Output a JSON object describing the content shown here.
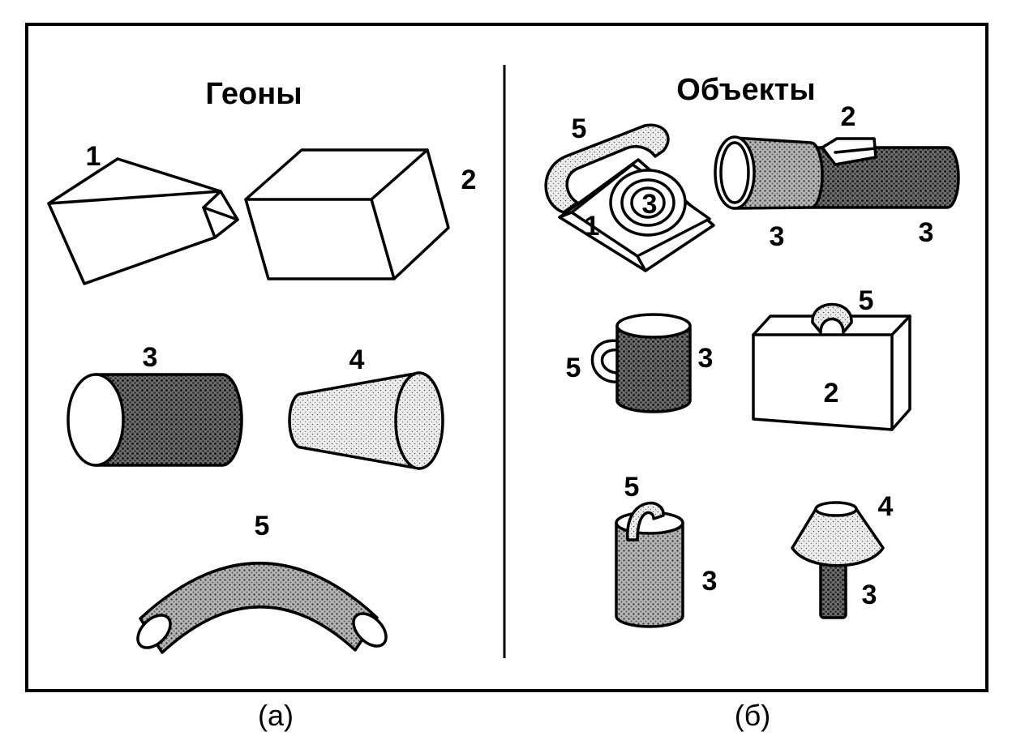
{
  "panels": {
    "left": {
      "title": "Геоны",
      "caption": "(а)"
    },
    "right": {
      "title": "Объекты",
      "caption": "(б)"
    }
  },
  "geons": {
    "wedge": "1",
    "brick": "2",
    "cylinder": "3",
    "cone": "4",
    "curved_tube": "5"
  },
  "objects": {
    "telephone": {
      "handset": "5",
      "dial": "3",
      "base": "1"
    },
    "flashlight": {
      "switch": "2",
      "head": "3",
      "body": "3"
    },
    "mug": {
      "handle": "5",
      "body": "3"
    },
    "briefcase": {
      "handle": "5",
      "body": "2"
    },
    "bucket": {
      "handle": "5",
      "body": "3"
    },
    "lamp": {
      "shade": "4",
      "stand": "3"
    }
  }
}
